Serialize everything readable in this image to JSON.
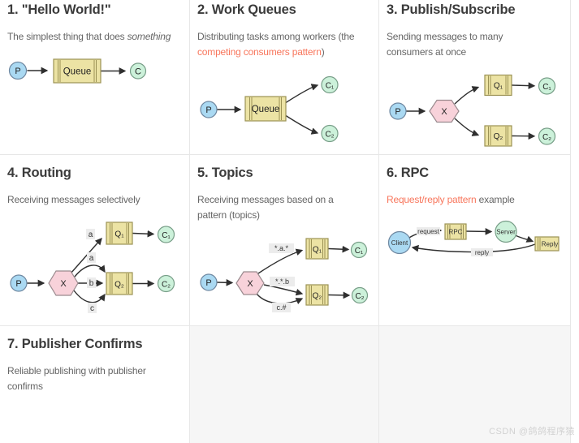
{
  "watermark": "CSDN @鸽鸽程序猿",
  "colors": {
    "link": "#f8765c",
    "producer_fill": "#aad9f2",
    "consumer_fill": "#ccf1da",
    "queue_fill": "#ece3a4",
    "exchange_fill": "#f8d2da",
    "border": "#e7e7e7",
    "empty_cell_bg": "#f6f6f6"
  },
  "cells": {
    "c1": {
      "title": "1. \"Hello World!\"",
      "desc1": "The simplest thing that does ",
      "desc_em": "something",
      "n_p": "P",
      "n_queue": "Queue",
      "n_c": "C"
    },
    "c2": {
      "title": "2. Work Queues",
      "desc1": "Distributing tasks among workers (the ",
      "desc_link": "competing consumers pattern",
      "desc2": ")",
      "n_p": "P",
      "n_queue": "Queue",
      "n_c1": "C₁",
      "n_c2": "C₂"
    },
    "c3": {
      "title": "3. Publish/Subscribe",
      "desc1": "Sending messages to many consumers at once",
      "n_p": "P",
      "n_x": "X",
      "n_q1": "Q₁",
      "n_q2": "Q₂",
      "n_c1": "C₁",
      "n_c2": "C₂"
    },
    "c4": {
      "title": "4. Routing",
      "desc1": "Receiving messages selectively",
      "n_p": "P",
      "n_x": "X",
      "n_q1": "Q₁",
      "n_q2": "Q₂",
      "n_c1": "C₁",
      "n_c2": "C₂",
      "lbl_a1": "a",
      "lbl_a2": "a",
      "lbl_b": "b",
      "lbl_c": "c"
    },
    "c5": {
      "title": "5. Topics",
      "desc1": "Receiving messages based on a pattern (topics)",
      "n_p": "P",
      "n_x": "X",
      "n_q1": "Q₁",
      "n_q2": "Q₂",
      "n_c1": "C₁",
      "n_c2": "C₂",
      "lbl_1": "*.a.*",
      "lbl_2": "*.*.b",
      "lbl_3": "c.#"
    },
    "c6": {
      "title": "6. RPC",
      "desc_link": "Request/reply pattern",
      "desc2": " example",
      "n_client": "Client",
      "n_rpc": "RPC",
      "n_server": "Server",
      "n_reply": "Reply",
      "lbl_request": "request",
      "lbl_reply": "reply"
    },
    "c7": {
      "title": "7. Publisher Confirms",
      "desc1": "Reliable publishing with publisher confirms"
    }
  }
}
